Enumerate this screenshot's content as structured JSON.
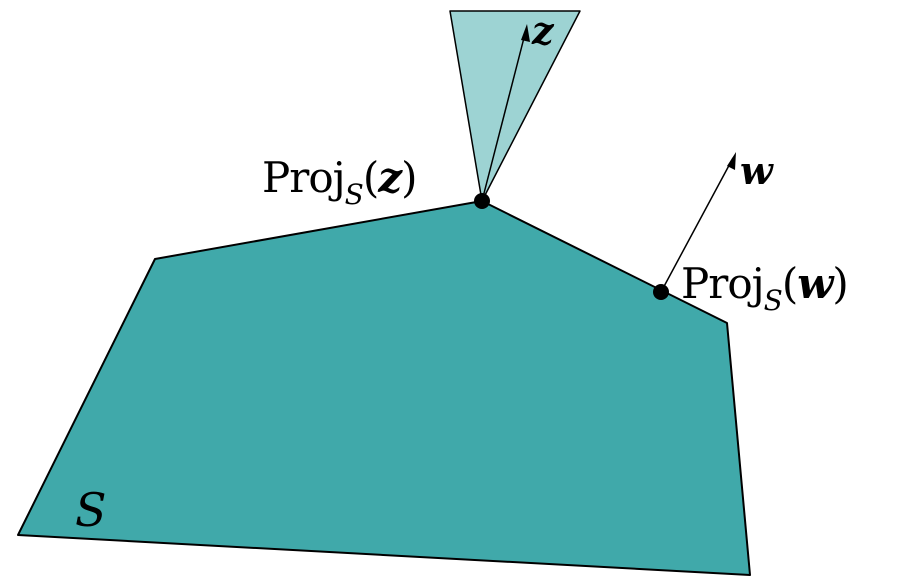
{
  "diagram": {
    "set_label": "S",
    "vector_z_label": "z",
    "vector_w_label": "w",
    "proj_z": {
      "prefix": "Proj",
      "subscript": "S",
      "open_paren": "(",
      "arg": "z",
      "close_paren": ")"
    },
    "proj_w": {
      "prefix": "Proj",
      "subscript": "S",
      "open_paren": "(",
      "arg": "w",
      "close_paren": ")"
    },
    "colors": {
      "set_fill": "#40a9aa",
      "cone_fill": "#9dd3d3",
      "stroke": "#000000"
    }
  }
}
